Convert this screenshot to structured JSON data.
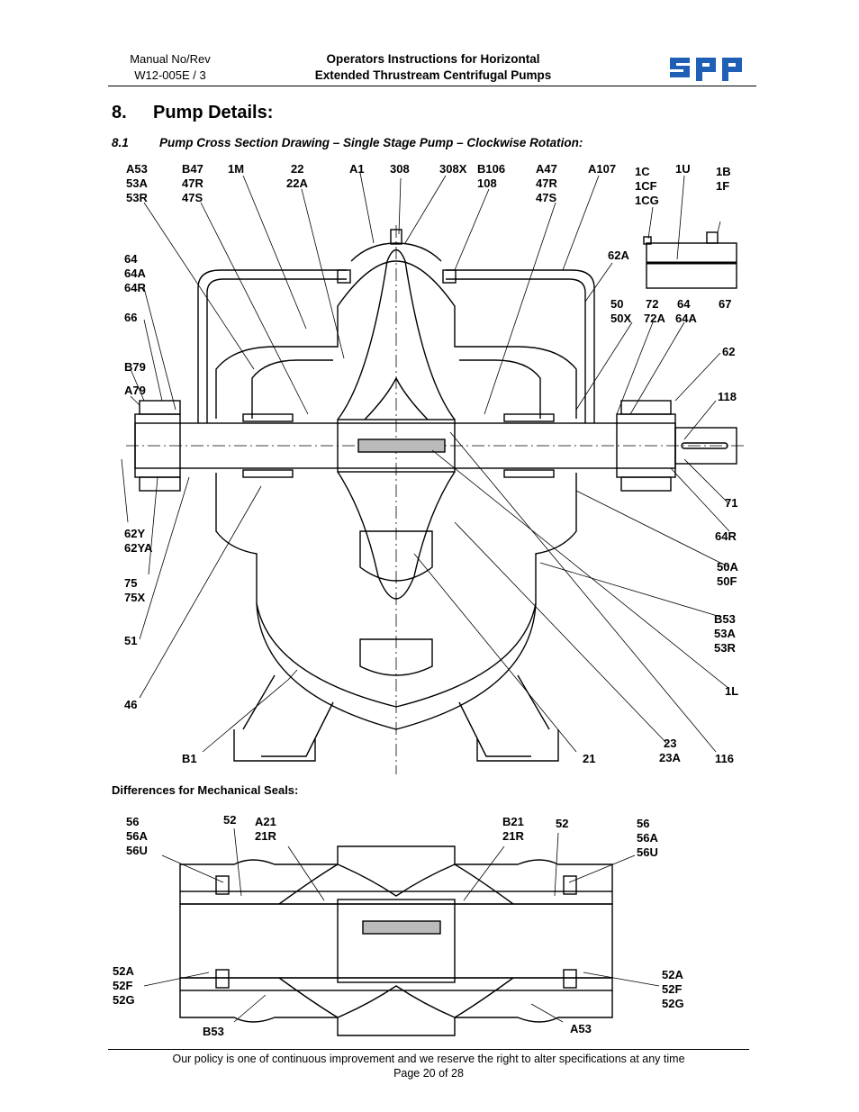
{
  "header": {
    "manual_label": "Manual No/Rev",
    "manual_number": "W12-005E / 3",
    "title_line1": "Operators Instructions for Horizontal",
    "title_line2": "Extended Thrustream Centrifugal Pumps",
    "logo_text": "spp"
  },
  "section": {
    "number": "8.",
    "title": "Pump Details:"
  },
  "subsection": {
    "number": "8.1",
    "title": "Pump Cross Section Drawing – Single Stage Pump – Clockwise Rotation:"
  },
  "drawing1": {
    "callouts": {
      "a53": [
        "A53",
        "53A",
        "53R"
      ],
      "b47": [
        "B47",
        "47R",
        "47S"
      ],
      "m1": [
        "1M"
      ],
      "c22": [
        "22",
        "22A"
      ],
      "a1": [
        "A1"
      ],
      "c308": [
        "308"
      ],
      "c308x": [
        "308X"
      ],
      "b106": [
        "B106",
        "108"
      ],
      "a47": [
        "A47",
        "47R",
        "47S"
      ],
      "a107": [
        "A107"
      ],
      "c1c": [
        "1C",
        "1CF",
        "1CG"
      ],
      "u1": [
        "1U"
      ],
      "b1b": [
        "1B",
        "1F"
      ],
      "c64": [
        "64",
        "64A",
        "64R"
      ],
      "c62a": [
        "62A"
      ],
      "c50": [
        "50",
        "50X"
      ],
      "c72": [
        "72",
        "72A"
      ],
      "c64b": [
        "64",
        "64A"
      ],
      "c67": [
        "67"
      ],
      "c66": [
        "66"
      ],
      "c62": [
        "62"
      ],
      "b79": [
        "B79"
      ],
      "a79": [
        "A79"
      ],
      "c118": [
        "118"
      ],
      "c62y": [
        "62Y",
        "62YA"
      ],
      "c71": [
        "71"
      ],
      "c64r": [
        "64R"
      ],
      "c75": [
        "75",
        "75X"
      ],
      "c50a": [
        "50A",
        "50F"
      ],
      "c51": [
        "51"
      ],
      "b53": [
        "B53",
        "53A",
        "53R"
      ],
      "c46": [
        "46"
      ],
      "l1": [
        "1L"
      ],
      "b1": [
        "B1"
      ],
      "c21": [
        "21"
      ],
      "c23": [
        "23",
        "23A"
      ],
      "c116": [
        "116"
      ]
    }
  },
  "seals_heading": "Differences for Mechanical Seals:",
  "drawing2": {
    "callouts": {
      "c56l": [
        "56",
        "56A",
        "56U"
      ],
      "c52l": [
        "52"
      ],
      "a21": [
        "A21",
        "21R"
      ],
      "b21": [
        "B21",
        "21R"
      ],
      "c52r": [
        "52"
      ],
      "c56r": [
        "56",
        "56A",
        "56U"
      ],
      "c52al": [
        "52A",
        "52F",
        "52G"
      ],
      "c52ar": [
        "52A",
        "52F",
        "52G"
      ],
      "b53": [
        "B53"
      ],
      "a53": [
        "A53"
      ]
    }
  },
  "footer": {
    "policy": "Our policy is one of continuous improvement and we reserve the right to alter specifications at any time",
    "page": "Page 20 of 28"
  }
}
